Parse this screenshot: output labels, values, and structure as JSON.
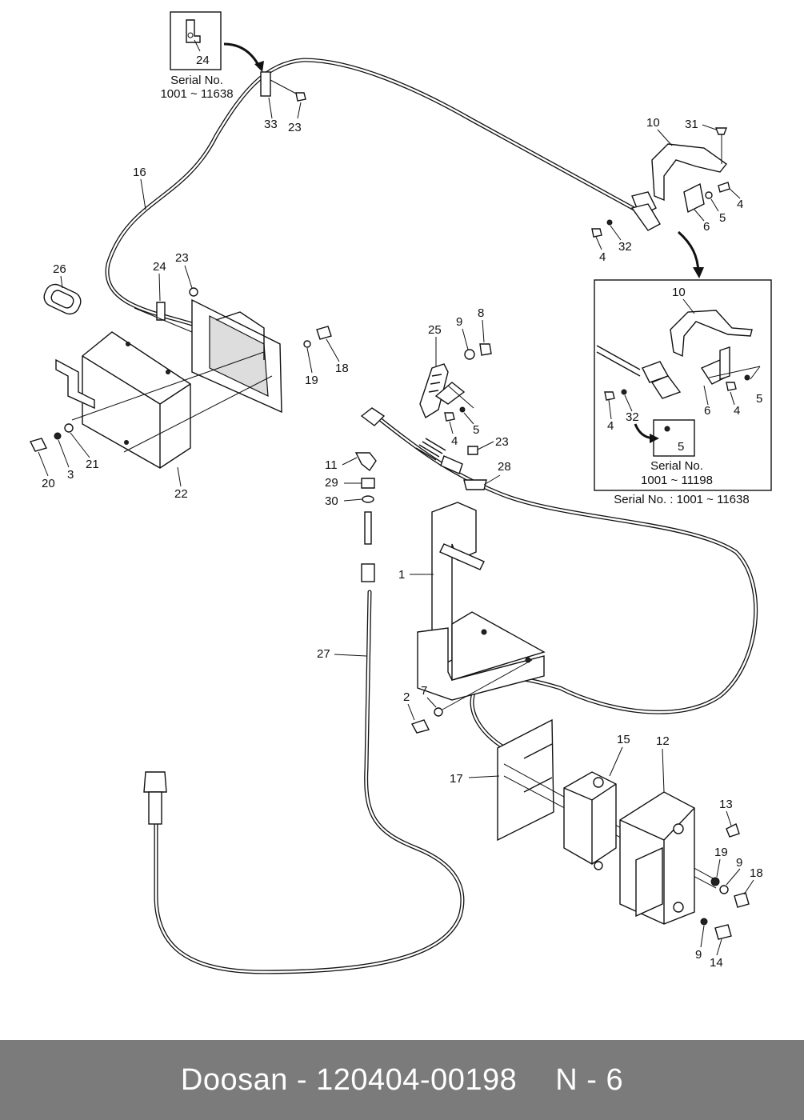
{
  "callouts": {
    "c1": "1",
    "c2": "2",
    "c3": "3",
    "c4a": "4",
    "c4b": "4",
    "c4c": "4",
    "c4d": "4",
    "c4e": "4",
    "c5a": "5",
    "c5b": "5",
    "c5c": "5",
    "c5d": "5",
    "c6a": "6",
    "c6b": "6",
    "c7": "7",
    "c8": "8",
    "c9a": "9",
    "c9b": "9",
    "c9c": "9",
    "c10a": "10",
    "c10b": "10",
    "c11": "11",
    "c12": "12",
    "c13": "13",
    "c14": "14",
    "c15": "15",
    "c16": "16",
    "c17": "17",
    "c18a": "18",
    "c18b": "18",
    "c19a": "19",
    "c19b": "19",
    "c20": "20",
    "c21": "21",
    "c22": "22",
    "c23a": "23",
    "c23b": "23",
    "c23c": "23",
    "c24a": "24",
    "c24b": "24",
    "c25": "25",
    "c26": "26",
    "c27": "27",
    "c28": "28",
    "c29": "29",
    "c30": "30",
    "c31": "31",
    "c32a": "32",
    "c32b": "32",
    "c33": "33"
  },
  "notes": {
    "inset_top_serial_label": "Serial No.",
    "inset_top_serial_range": "1001 ~ 11638",
    "inset_right_serial_label": "Serial No.",
    "inset_right_serial_range": "1001 ~ 11198",
    "inset_right_caption": "Serial No. : 1001 ~ 11638"
  },
  "footer": {
    "brand_part": "Doosan - 120404-00198",
    "page_ref": "N - 6"
  }
}
